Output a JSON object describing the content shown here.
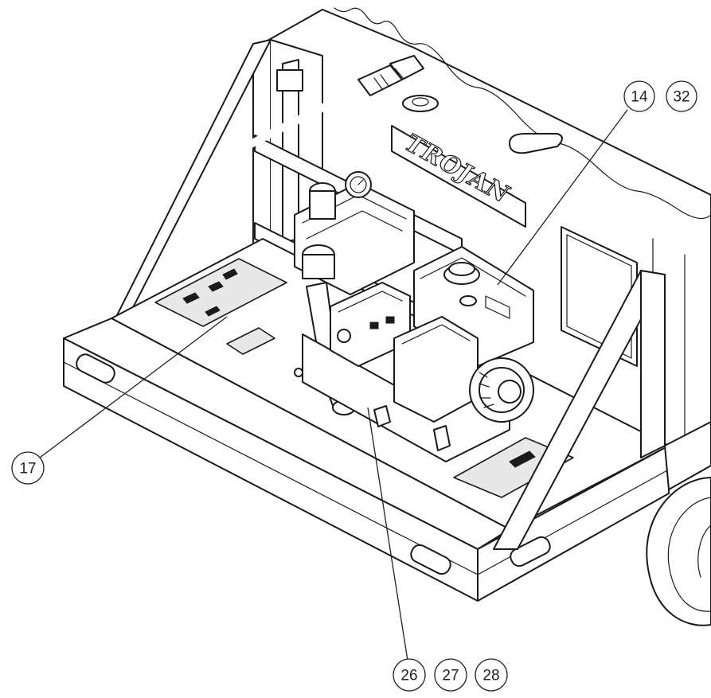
{
  "callouts": {
    "c14": "14",
    "c32": "32",
    "c17": "17",
    "c26": "26",
    "c27": "27",
    "c28": "28"
  },
  "tank_logo": "TROJAN",
  "colors": {
    "line": "#1a1a1a",
    "background": "#ffffff"
  },
  "icons": [
    "engine-icon",
    "pump-icon",
    "pressure-gauge-icon",
    "hose-icon",
    "wheel-icon"
  ]
}
